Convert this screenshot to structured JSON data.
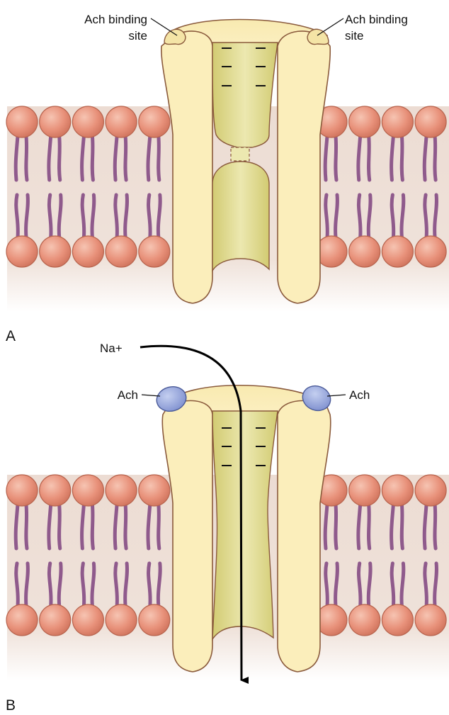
{
  "panels": [
    {
      "letter": "A",
      "state": "closed",
      "label_left": [
        "Ach binding",
        "site"
      ],
      "label_right": [
        "Ach binding",
        "site"
      ]
    },
    {
      "letter": "B",
      "state": "open",
      "ion_label": "Na+",
      "ach_left": "Ach",
      "ach_right": "Ach"
    }
  ],
  "colors": {
    "membrane_band": "#ecdcd3",
    "phospholipid_head": "#e8917a",
    "phospholipid_head_stroke": "#b8654f",
    "lipid_tail": "#8f5a8c",
    "protein_fill": "#fbeebb",
    "protein_stroke": "#8a5a3c",
    "channel_fill": "#dcd68a",
    "ach_fill": "#9aa9dc",
    "ach_stroke": "#4a5a98",
    "arrow": "#000000"
  }
}
